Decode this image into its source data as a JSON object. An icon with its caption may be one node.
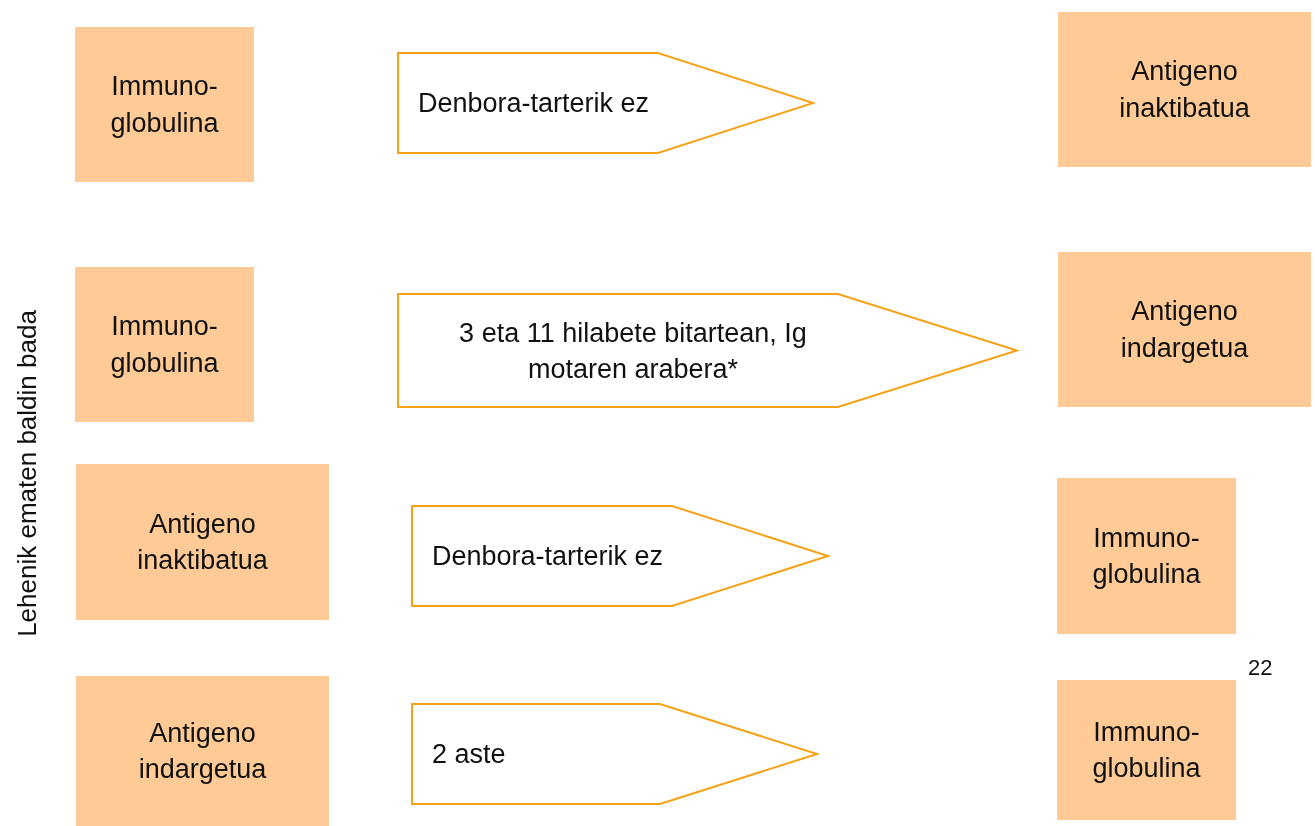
{
  "diagram": {
    "nodes": [
      {
        "text": [
          "Immuno- globulina"
        ]
      },
      {
        "text": [
          "Denbora-tarterik ez"
        ]
      },
      {
        "text": [
          "Antigeno inaktibatua"
        ]
      },
      {
        "text": [
          "Immuno- globulina"
        ]
      },
      {
        "text": [
          "3 eta 11 hilabete bitartean, Ig motaren arabera*"
        ]
      },
      {
        "text": [
          "Antigeno indargetua"
        ]
      },
      {
        "text": [
          "Antigeno inaktibatua"
        ]
      },
      {
        "text": [
          "Denbora-tarterik ez"
        ]
      },
      {
        "text": [
          "Immuno- globulina"
        ]
      },
      {
        "text": [
          "Antigeno indargetua"
        ]
      },
      {
        "text": [
          "2 aste"
        ]
      },
      {
        "text": [
          "Immuno- globulina"
        ]
      }
    ],
    "labels": [
      "Lehenik ematen baldin bada",
      "22"
    ]
  }
}
